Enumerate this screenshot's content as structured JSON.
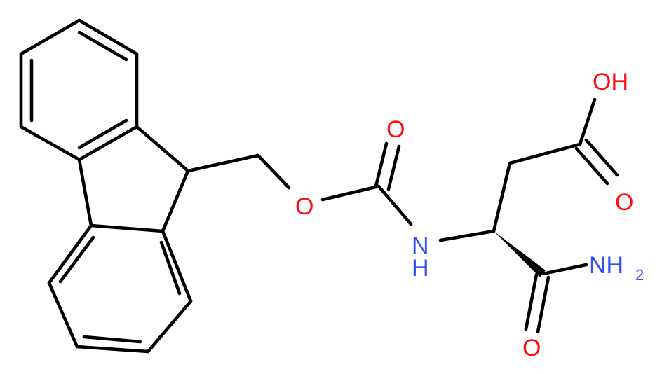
{
  "molecule": {
    "colors": {
      "bond": "#000000",
      "oxygen": "#ff0d0d",
      "nitrogen": "#3050f8",
      "background": "#ffffff"
    },
    "labels": {
      "hydroxyl": "OH",
      "ester_oxygen": "O",
      "carbamate_carbonyl_oxygen": "O",
      "acid_carbonyl_oxygen": "O",
      "amide_carbonyl_oxygen": "O",
      "carbamate_nh_n": "N",
      "carbamate_nh_h": "H",
      "amide_n": "NH",
      "amide_n_subscript": "2"
    }
  }
}
